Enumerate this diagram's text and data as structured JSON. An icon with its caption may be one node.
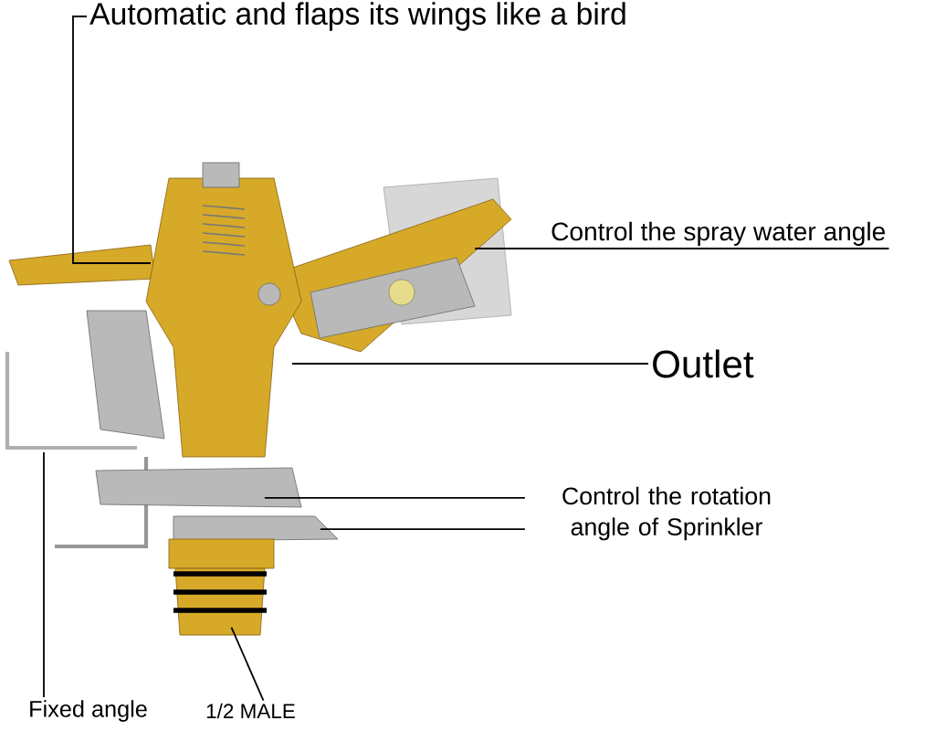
{
  "diagram": {
    "nodes": [
      {
        "text": [
          "Automatic and flaps its wings like a bird"
        ]
      },
      {
        "text": [
          "Control the spray water angle"
        ]
      },
      {
        "text": [
          "Outlet"
        ]
      },
      {
        "text": [
          "Control the rotation angle of Sprinkler"
        ]
      },
      {
        "text": [
          "Fixed angle"
        ]
      },
      {
        "text": [
          "1/2 MALE"
        ]
      }
    ],
    "edges": [
      {
        "from": 0,
        "to": null,
        "arrow": "none"
      },
      {
        "from": 1,
        "to": null,
        "arrow": "none"
      },
      {
        "from": 2,
        "to": null,
        "arrow": "none"
      },
      {
        "from": 3,
        "to": null,
        "arrow": "none"
      },
      {
        "from": 3,
        "to": null,
        "arrow": "none"
      },
      {
        "from": 4,
        "to": null,
        "arrow": "none"
      },
      {
        "from": 5,
        "to": null,
        "arrow": "none"
      }
    ]
  }
}
